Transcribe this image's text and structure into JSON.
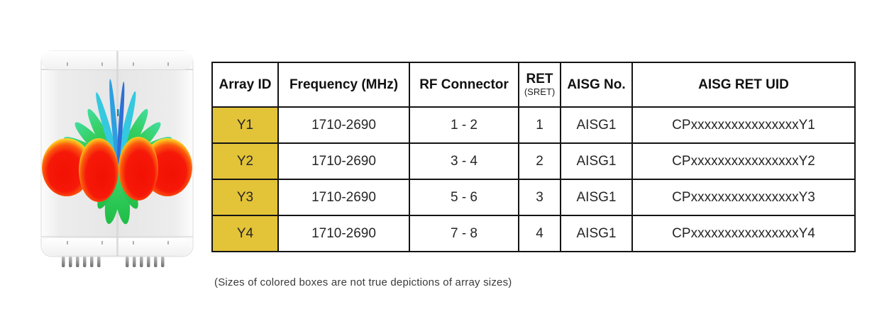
{
  "page": {
    "background_color": "#ffffff",
    "description": "Antenna datasheet excerpt: array specification table with radome illustration"
  },
  "antenna": {
    "alt": "White antenna radome with colored 3D radiation pattern lobes (red/yellow lobes, green petals, blue center spikes) and two groups of six bottom connector pins",
    "colors": {
      "radome_body": "#ececec",
      "radome_cap": "#fafafa",
      "lobe_red": "#f41505",
      "lobe_yellow": "#ffd22a",
      "petal_green": "#2fc94f",
      "blade_cyan": "#35c9e0",
      "spike_blue": "#2f6fd6",
      "pin_gray": "#8a8a8a"
    }
  },
  "table": {
    "columns": [
      "Array ID",
      "Frequency (MHz)",
      "RF Connector",
      "RET",
      "AISG No.",
      "AISG RET UID"
    ],
    "ret_sublabel": "(SRET)",
    "array_id_background": "#e3c338",
    "border_color": "#141414",
    "rows": [
      {
        "array_id": "Y1",
        "frequency": "1710-2690",
        "rf_connector": "1 - 2",
        "ret": "1",
        "aisg_no": "AISG1",
        "aisg_ret_uid": "CPxxxxxxxxxxxxxxxxY1"
      },
      {
        "array_id": "Y2",
        "frequency": "1710-2690",
        "rf_connector": "3 - 4",
        "ret": "2",
        "aisg_no": "AISG1",
        "aisg_ret_uid": "CPxxxxxxxxxxxxxxxxY2"
      },
      {
        "array_id": "Y3",
        "frequency": "1710-2690",
        "rf_connector": "5 - 6",
        "ret": "3",
        "aisg_no": "AISG1",
        "aisg_ret_uid": "CPxxxxxxxxxxxxxxxxY3"
      },
      {
        "array_id": "Y4",
        "frequency": "1710-2690",
        "rf_connector": "7 - 8",
        "ret": "4",
        "aisg_no": "AISG1",
        "aisg_ret_uid": "CPxxxxxxxxxxxxxxxxY4"
      }
    ]
  },
  "footnote": {
    "text": "(Sizes of colored boxes are not true depictions of array sizes)"
  }
}
